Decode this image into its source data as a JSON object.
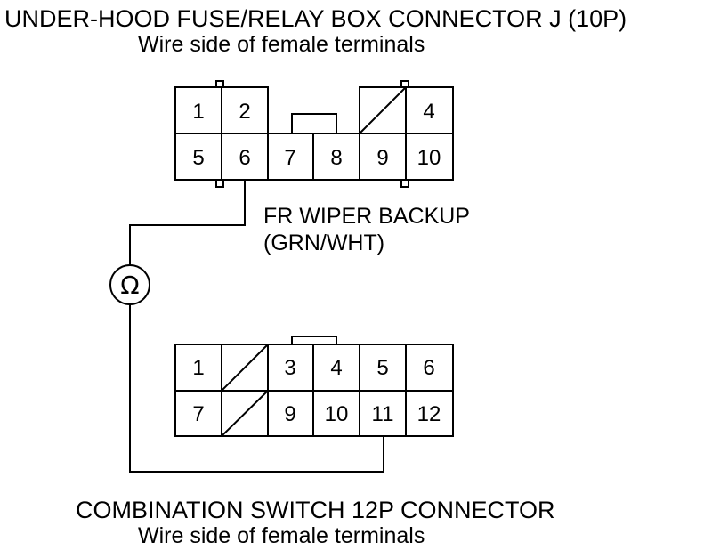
{
  "connector_j": {
    "title": "UNDER-HOOD FUSE/RELAY BOX CONNECTOR J (10P)",
    "subtitle": "Wire side of female terminals",
    "pins": [
      "1",
      "2",
      "4",
      "5",
      "6",
      "7",
      "8",
      "9",
      "10"
    ]
  },
  "wire": {
    "name": "FR WIPER BACKUP",
    "color": "(GRN/WHT)"
  },
  "meter": {
    "symbol": "Ω"
  },
  "combination_switch": {
    "title": "COMBINATION SWITCH 12P CONNECTOR",
    "subtitle": "Wire side of female terminals",
    "pins": [
      "1",
      "3",
      "4",
      "5",
      "6",
      "7",
      "9",
      "10",
      "11",
      "12"
    ]
  }
}
